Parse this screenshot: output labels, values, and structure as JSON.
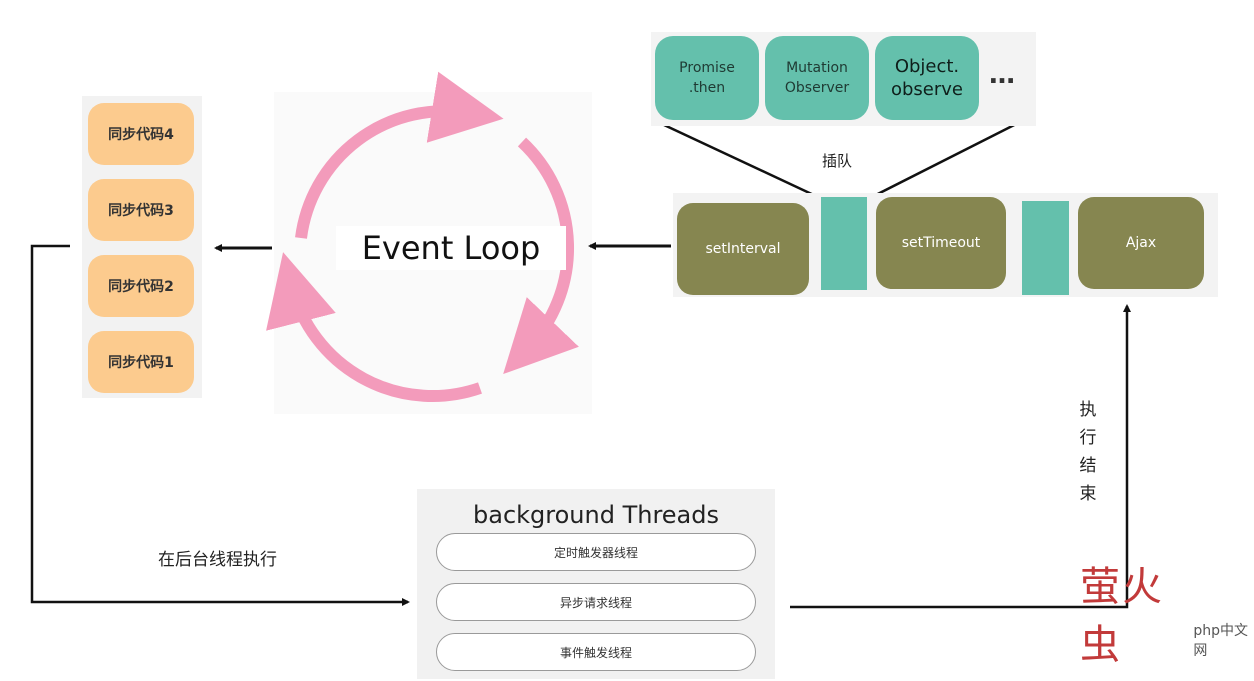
{
  "sync_stack": {
    "items": [
      "同步代码4",
      "同步代码3",
      "同步代码2",
      "同步代码1"
    ]
  },
  "event_loop": {
    "label": "Event Loop"
  },
  "microtasks": {
    "items": [
      "Promise\n.then",
      "Mutation\nObserver",
      "Object.\nobserve"
    ],
    "ellipsis": "…"
  },
  "queue_jump_label": "插队",
  "macrotasks": {
    "items": [
      "setInterval",
      "setTimeout",
      "Ajax"
    ]
  },
  "background_threads": {
    "title": "background Threads",
    "threads": [
      "定时触发器线程",
      "异步请求线程",
      "事件触发线程"
    ]
  },
  "run_in_background_label": "在后台线程执行",
  "execution_finished_label": "执行结束",
  "watermark": {
    "brand": "萤火虫",
    "site": "php中文网"
  },
  "colors": {
    "sync_box": "#fccb8e",
    "microtask": "#64c0ac",
    "macrotask": "#868650",
    "loop_arrow": "#f39bbb"
  }
}
